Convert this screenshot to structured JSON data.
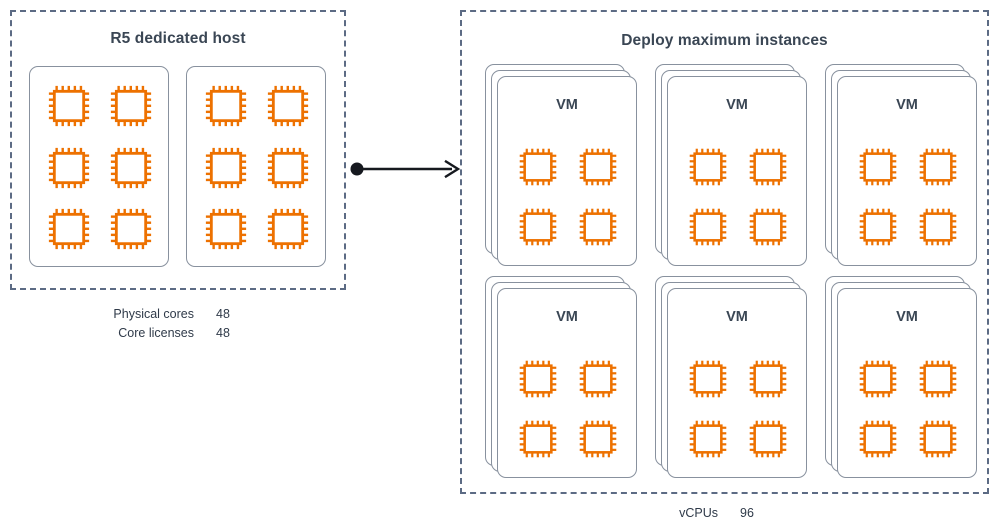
{
  "colors": {
    "chip_orange": "#ED7100",
    "box_stroke": "#88919E",
    "panel_dash": "#5C6B84",
    "text_dark": "#3A4654",
    "arrow": "#16191F",
    "background": "#FFFFFF"
  },
  "left_panel": {
    "title": "R5 dedicated host",
    "sockets": [
      {
        "name": "socket-1",
        "cpu_count": 6
      },
      {
        "name": "socket-2",
        "cpu_count": 6
      }
    ],
    "legend": [
      {
        "label": "Physical cores",
        "value": "48"
      },
      {
        "label": "Core licenses",
        "value": "48"
      }
    ]
  },
  "connector": {
    "name": "flow-arrow",
    "start_marker": "dot",
    "end_marker": "arrowhead"
  },
  "right_panel": {
    "title": "Deploy maximum instances",
    "vm_stacks": [
      {
        "label": "VM",
        "stack_depth": 3,
        "cpu_count": 4
      },
      {
        "label": "VM",
        "stack_depth": 3,
        "cpu_count": 4
      },
      {
        "label": "VM",
        "stack_depth": 3,
        "cpu_count": 4
      },
      {
        "label": "VM",
        "stack_depth": 3,
        "cpu_count": 4
      },
      {
        "label": "VM",
        "stack_depth": 3,
        "cpu_count": 4
      },
      {
        "label": "VM",
        "stack_depth": 3,
        "cpu_count": 4
      }
    ],
    "legend": [
      {
        "label": "vCPUs",
        "value": "96"
      }
    ]
  }
}
